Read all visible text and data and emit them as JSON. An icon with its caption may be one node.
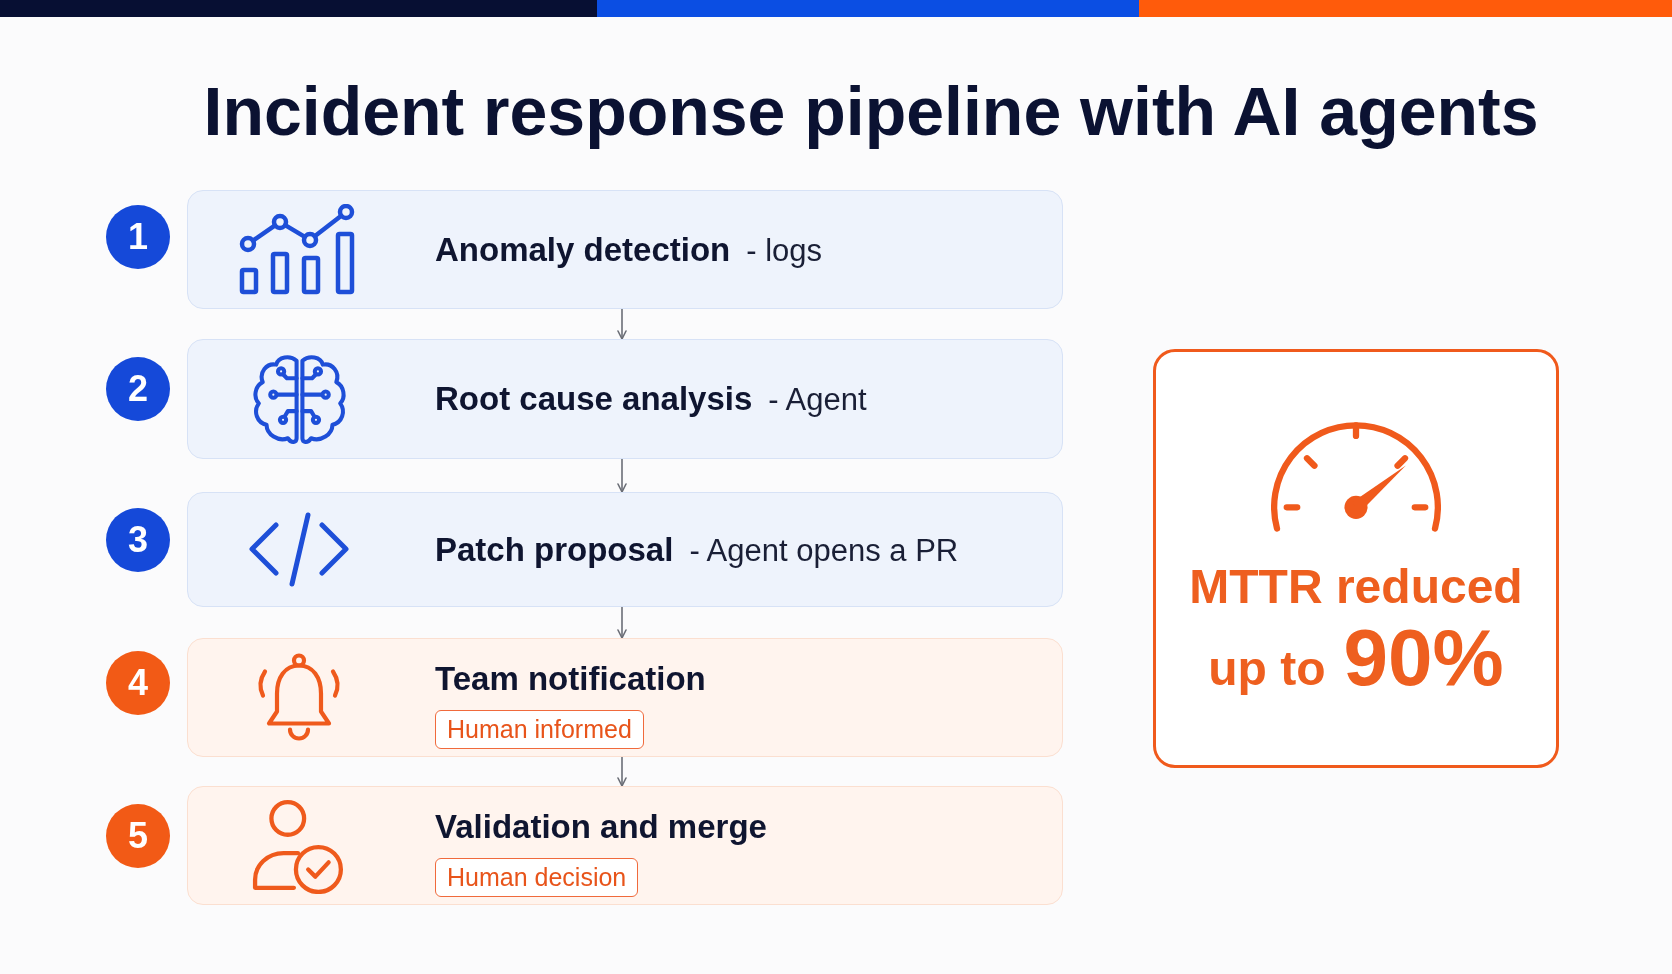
{
  "diagram": {
    "title": "Incident response pipeline with AI agents",
    "nodes": [
      {
        "text": [
          "1"
        ]
      },
      {
        "text": [
          "Anomaly detection",
          "- logs"
        ]
      },
      {
        "text": [
          "2"
        ]
      },
      {
        "text": [
          "Root cause analysis",
          "- Agent"
        ]
      },
      {
        "text": [
          "3"
        ]
      },
      {
        "text": [
          "Patch proposal",
          "- Agent opens a PR"
        ]
      },
      {
        "text": [
          "4"
        ]
      },
      {
        "text": [
          "Team notification"
        ]
      },
      {
        "text": [
          "Human informed"
        ],
        "in": 7
      },
      {
        "text": [
          "5"
        ]
      },
      {
        "text": [
          "Validation and merge"
        ]
      },
      {
        "text": [
          "Human decision"
        ],
        "in": 10
      },
      {
        "text": [
          "MTTR reduced",
          "up to",
          "90%"
        ]
      }
    ],
    "edges": [
      {
        "from": 1,
        "to": 3,
        "arrow": "to"
      },
      {
        "from": 3,
        "to": 5,
        "arrow": "to"
      },
      {
        "from": 5,
        "to": 7,
        "arrow": "to"
      },
      {
        "from": 7,
        "to": 10,
        "arrow": "to"
      }
    ]
  }
}
